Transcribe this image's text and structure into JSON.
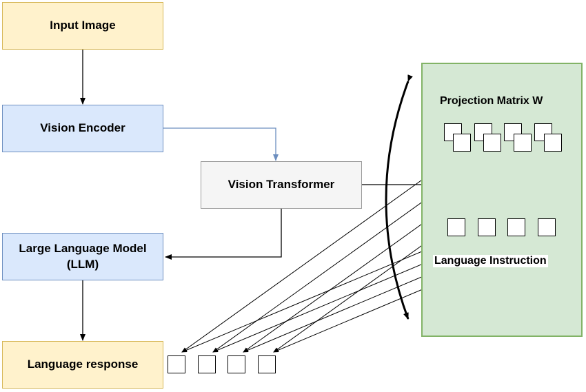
{
  "nodes": {
    "input_image": "Input Image",
    "vision_encoder": "Vision Encoder",
    "vision_transformer": "Vision Transformer",
    "llm_line1": "Large Language Model",
    "llm_line2": "(LLM)",
    "language_response": "Language response"
  },
  "panel": {
    "projection_label": "Projection Matrix W",
    "instruction_label": "Language Instruction"
  },
  "colors": {
    "yellow_fill": "#fff2cc",
    "blue_fill": "#dae8fc",
    "gray_fill": "#f5f5f5",
    "green_fill": "#d5e8d4",
    "blue_arrow": "#6c8ebf"
  }
}
